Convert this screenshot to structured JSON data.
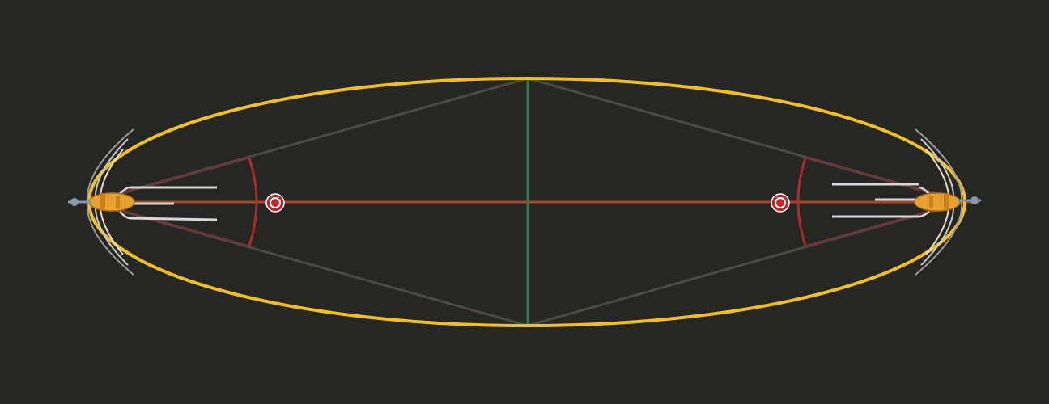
{
  "colors": {
    "background": "#262624",
    "ellipse": "#f0c020",
    "major_axis": "#a04828",
    "minor_axis": "#2f7a48",
    "construction_lines": "#4a4a48",
    "focal_lines": "#6a3838",
    "angle_arc": "#b02a2a",
    "focus_marker": "#c0282a",
    "focus_marker_ring": "#ffffff",
    "antenna_body": "#e8a030",
    "antenna_element": "#d8d8d8",
    "antenna_cap": "#8898a8"
  },
  "icons": {
    "left_antenna": "yagi-antenna-icon",
    "right_antenna": "yagi-antenna-icon",
    "focus": "focus-marker-icon"
  },
  "diagram": {
    "type": "fresnel-ellipse",
    "shape": "ellipse",
    "transmitters": 2,
    "foci": 2,
    "labels": []
  }
}
